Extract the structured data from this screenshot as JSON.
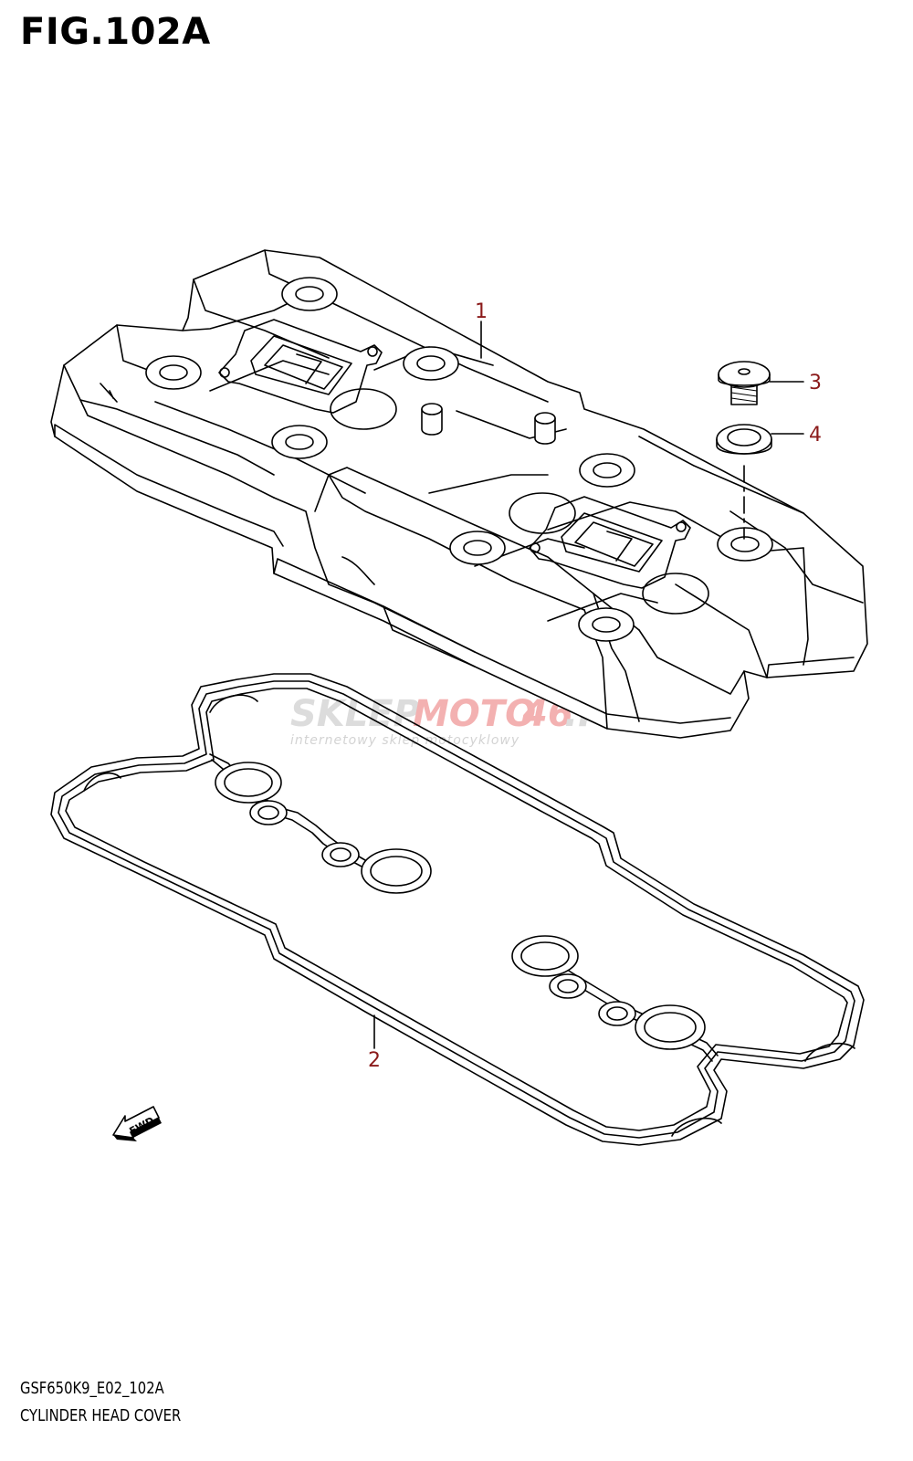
{
  "figure": {
    "title": "FIG.102A",
    "code": "GSF650K9_E02_102A",
    "name": "CYLINDER HEAD COVER"
  },
  "callouts": [
    {
      "number": "1",
      "part": "cylinder-head-cover"
    },
    {
      "number": "2",
      "part": "cover-gasket"
    },
    {
      "number": "3",
      "part": "bolt"
    },
    {
      "number": "4",
      "part": "washer-seal"
    }
  ],
  "watermark": {
    "brand_a": "SKLEP",
    "brand_b": "MOTO",
    "brand_c": "46",
    "brand_d": ".PL",
    "tagline": "internetowy sklep motocyklowy"
  },
  "fwd_label": "FWD",
  "colors": {
    "line": "#000000",
    "callout": "#8b1a1a",
    "watermark_grey": "#d9d9d9",
    "watermark_red": "#f2a9a9"
  }
}
